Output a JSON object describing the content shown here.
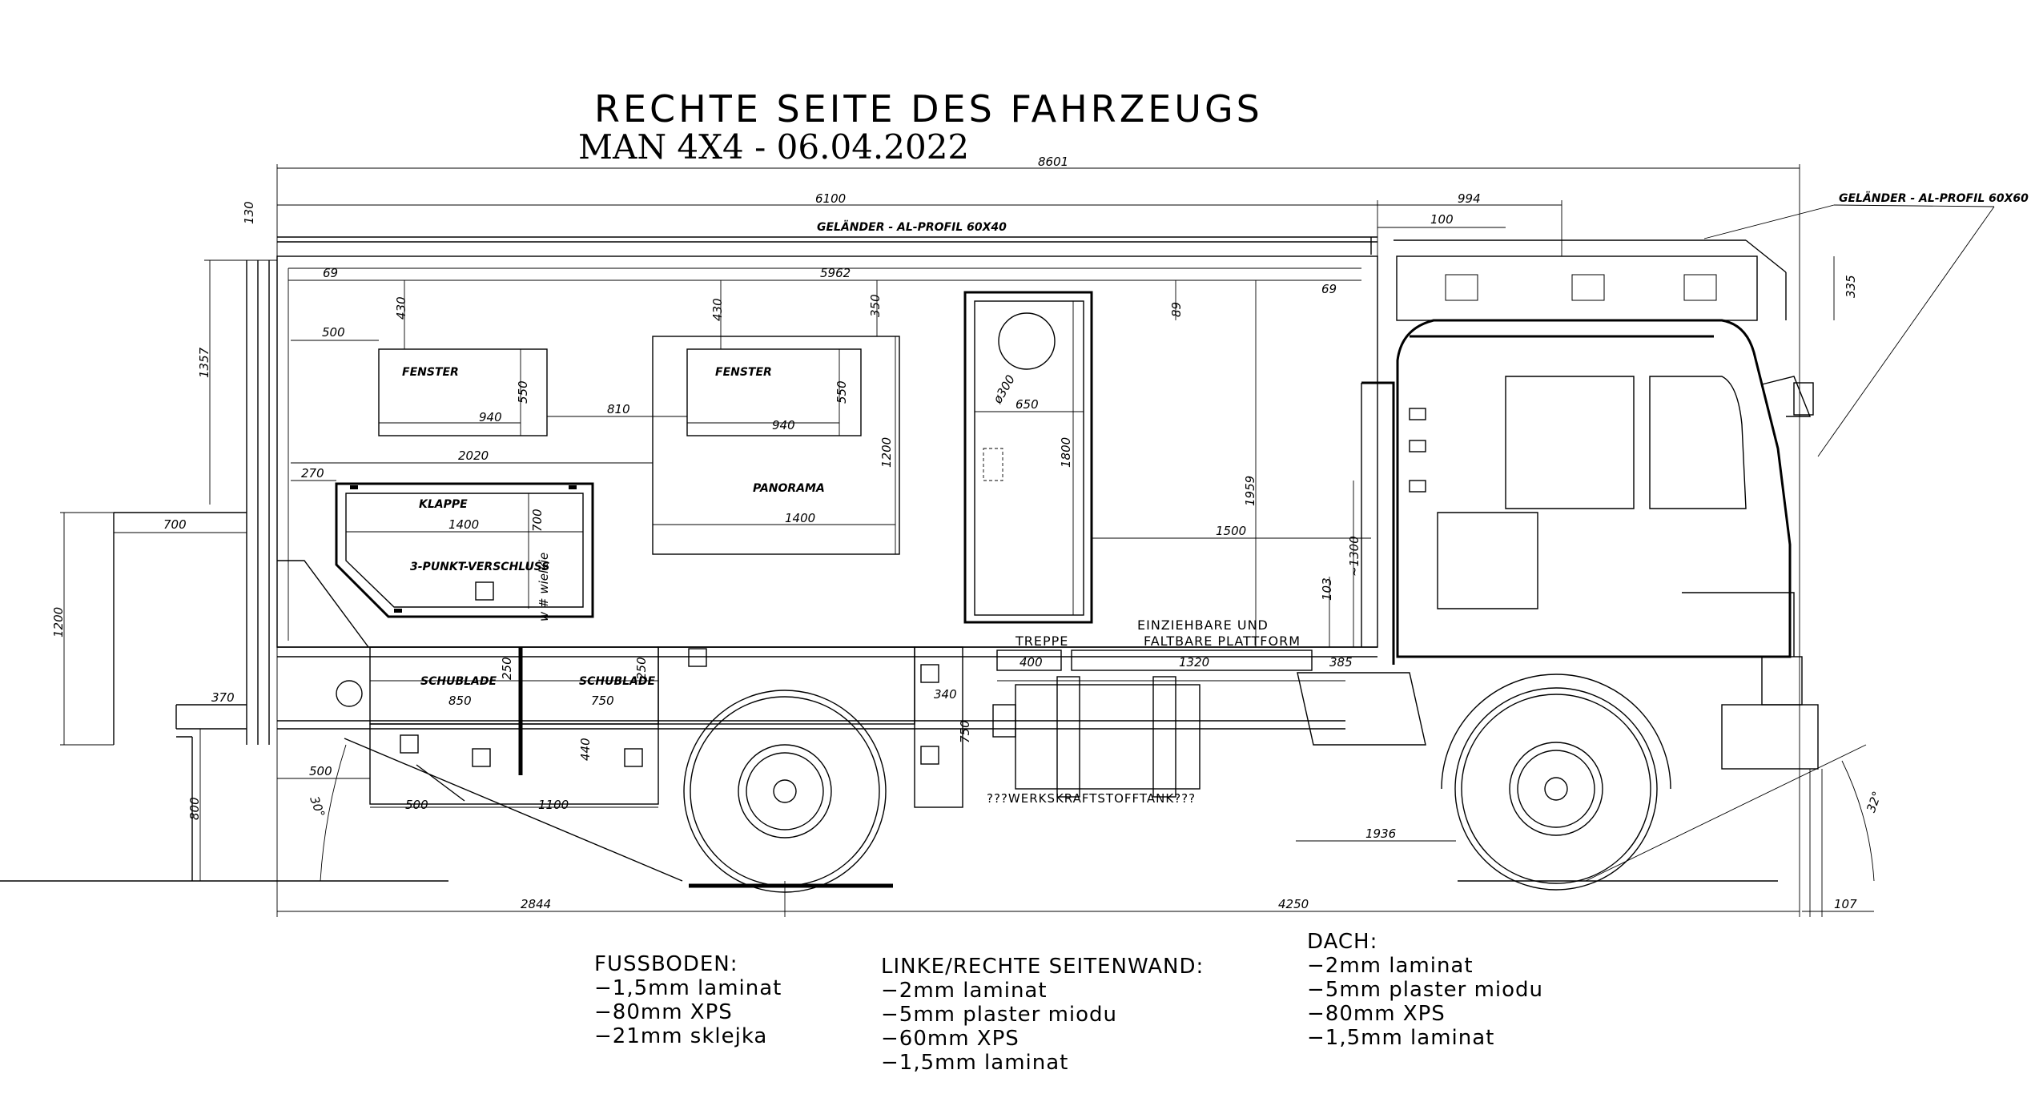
{
  "title": "RECHTE SEITE DES FAHRZEUGS",
  "subtitle": "MAN 4X4 - 06.04.2022",
  "dimensions": {
    "total_length": "8601",
    "body_length": "6100",
    "cab_front": "994",
    "cab_offset": "100",
    "rail_height": "130",
    "inner_length": "5962",
    "inner_left": "69",
    "inner_right": "69",
    "top_offset_1": "430",
    "top_offset_2": "430",
    "top_offset_3": "350",
    "top_offset_4": "89",
    "win1_left": "500",
    "win1_width": "940",
    "win1_height": "550",
    "win_gap": "810",
    "win2_width": "940",
    "win2_height": "550",
    "span_2020": "2020",
    "span_270": "270",
    "flap_width": "1400",
    "flap_height": "700",
    "pano_width": "1400",
    "pano_height": "1200",
    "door_width": "650",
    "door_height": "1800",
    "door_circle": "ø300",
    "height_1959": "1959",
    "width_1500": "1500",
    "approx_1300": "~1300",
    "height_103": "103",
    "left_1357": "1357",
    "ext_700": "700",
    "ext_1200": "1200",
    "ext_370": "370",
    "ext_800": "800",
    "side_500": "500",
    "drawer_850": "850",
    "drawer_750": "750",
    "drawer_250a": "250",
    "drawer_250b": "250",
    "box_440": "440",
    "box_500": "500",
    "box_1100": "1100",
    "box_750": "750",
    "box_340": "340",
    "step_400": "400",
    "step_1320": "1320",
    "dim_385": "385",
    "dim_1936": "1936",
    "wheelbase_rear": "2844",
    "wheelbase": "4250",
    "front_107": "107",
    "angle_rear": "30°",
    "angle_front": "32°",
    "roof_335": "335"
  },
  "labels": {
    "rail_body": "GELÄNDER - AL-PROFIL 60X40",
    "rail_cab": "GELÄNDER - AL-PROFIL 60X60",
    "window1": "FENSTER",
    "window2": "FENSTER",
    "panorama": "PANORAMA",
    "flap": "KLAPPE",
    "lock": "3-PUNKT-VERSCHLUSS",
    "drawer1": "SCHUBLADE",
    "drawer2": "SCHUBLADE",
    "stairs": "TREPPE",
    "platform_1": "EINZIEHBARE UND",
    "platform_2": "FALTBARE PLATTFORM",
    "tank": "???WERKSKRAFTSTOFFTANK???",
    "tv_hint": "w # wielkie"
  },
  "notes": {
    "floor": {
      "heading": "FUSSBODEN:",
      "lines": [
        "−1,5mm laminat",
        "−80mm XPS",
        "−21mm sklejka"
      ]
    },
    "walls": {
      "heading": "LINKE/RECHTE SEITENWAND:",
      "lines": [
        "−2mm laminat",
        "−5mm plaster miodu",
        "−60mm XPS",
        "−1,5mm laminat"
      ]
    },
    "roof": {
      "heading": "DACH:",
      "lines": [
        "−2mm laminat",
        "−5mm plaster miodu",
        "−80mm XPS",
        "−1,5mm laminat"
      ]
    }
  }
}
